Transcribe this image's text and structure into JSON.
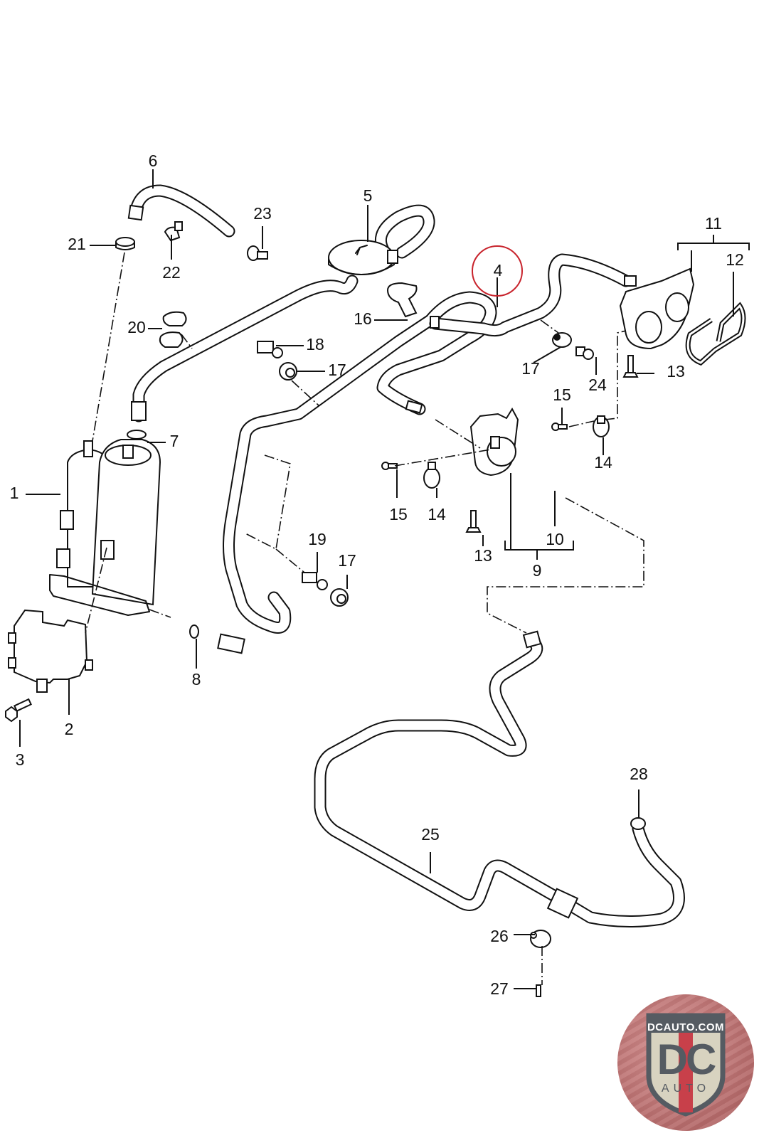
{
  "title": "Fuel evaporative emission system – exploded parts diagram",
  "highlighted_callout": "4",
  "highlight_color": "#c8232c",
  "callouts": {
    "c1": "1",
    "c2": "2",
    "c3": "3",
    "c4": "4",
    "c5": "5",
    "c6": "6",
    "c7": "7",
    "c8": "8",
    "c9": "9",
    "c10": "10",
    "c11": "11",
    "c12": "12",
    "c13a": "13",
    "c13b": "13",
    "c14a": "14",
    "c14b": "14",
    "c15a": "15",
    "c15b": "15",
    "c16": "16",
    "c17a": "17",
    "c17b": "17",
    "c17c": "17",
    "c18": "18",
    "c19": "19",
    "c20": "20",
    "c21": "21",
    "c22": "22",
    "c23": "23",
    "c24": "24",
    "c25": "25",
    "c26": "26",
    "c27": "27",
    "c28": "28"
  },
  "logo": {
    "brand_url": "DCAUTO.COM",
    "mark": "DC",
    "sub": "AUTO",
    "colors": {
      "badge_bg": "#b56a6a",
      "shield": "#d8d3c0",
      "stripe": "#c8404a",
      "letters": "#555b62"
    }
  }
}
